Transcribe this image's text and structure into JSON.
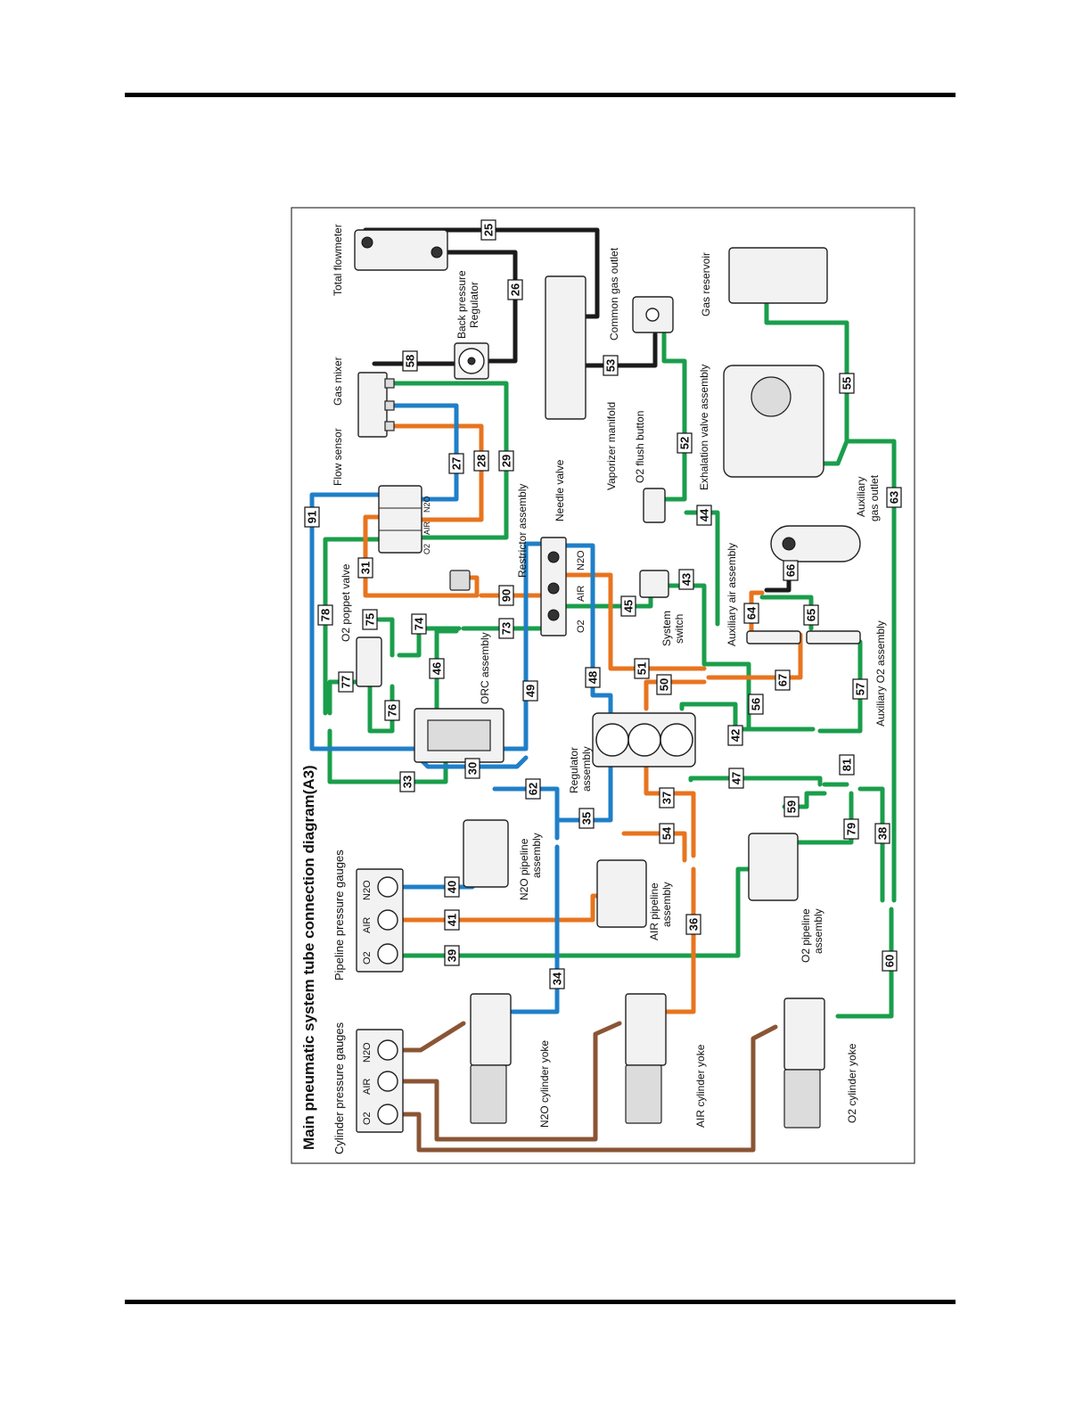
{
  "title": "Main pneumatic system tube connection diagram(A3)",
  "colors": {
    "oxygen": "#1a9e4b",
    "air": "#e8741e",
    "n2o": "#1f7fc8",
    "black": "#1b1b1b",
    "cylinder": "#8a5535"
  },
  "labels": {
    "cylinder_gauges": "Cylinder pressure gauges",
    "pipeline_gauges": "Pipeline pressure gauges",
    "gauge_o2": "O2",
    "gauge_air": "AIR",
    "gauge_n2o": "N2O",
    "n2o_cylinder_yoke": "N2O cylinder yoke",
    "air_cylinder_yoke": "AIR cylinder yoke",
    "o2_cylinder_yoke": "O2 cylinder yoke",
    "n2o_pipeline_1": "N2O pipeline",
    "n2o_pipeline_2": "assembly",
    "air_pipeline_1": "AIR pipeline",
    "air_pipeline_2": "assembly",
    "o2_pipeline_1": "O2 pipeline",
    "o2_pipeline_2": "assembly",
    "regulator_1": "Regulator",
    "regulator_2": "assembly",
    "orc_assembly": "ORC assembly",
    "o2_poppet_valve": "O2 poppet valve",
    "flow_sensor": "Flow sensor",
    "gas_mixer": "Gas mixer",
    "back_pressure_1": "Back pressure",
    "back_pressure_2": "Regulator",
    "total_flowmeter": "Total flowmeter",
    "restrictor_assembly": "Restrictor assembly",
    "needle_valve": "Needle valve",
    "nv_o2": "O2",
    "nv_air": "AIR",
    "nv_n2o": "N2O",
    "system_switch_1": "System",
    "system_switch_2": "switch",
    "vaporizer_manifold": "Vaporizer manifold",
    "common_gas_outlet": "Common gas outlet",
    "o2_flush_button": "O2 flush button",
    "exhalation_valve": "Exhalation valve assembly",
    "gas_reservoir": "Gas reservoir",
    "auxiliary_air": "Auxiliary air assembly",
    "auxiliary_o2": "Auxiliary O2 assembly",
    "auxiliary_outlet_1": "Auxiliary",
    "auxiliary_outlet_2": "gas outlet",
    "fs_o2": "O2",
    "fs_air": "AIR",
    "fs_n2o": "N2O"
  },
  "tube_numbers": [
    "25",
    "26",
    "27",
    "28",
    "29",
    "30",
    "31",
    "33",
    "34",
    "35",
    "36",
    "37",
    "38",
    "39",
    "40",
    "41",
    "42",
    "43",
    "44",
    "45",
    "46",
    "47",
    "48",
    "49",
    "50",
    "51",
    "52",
    "53",
    "54",
    "55",
    "56",
    "57",
    "58",
    "59",
    "60",
    "62",
    "63",
    "64",
    "65",
    "66",
    "67",
    "73",
    "74",
    "75",
    "76",
    "77",
    "78",
    "79",
    "81",
    "90",
    "91"
  ]
}
